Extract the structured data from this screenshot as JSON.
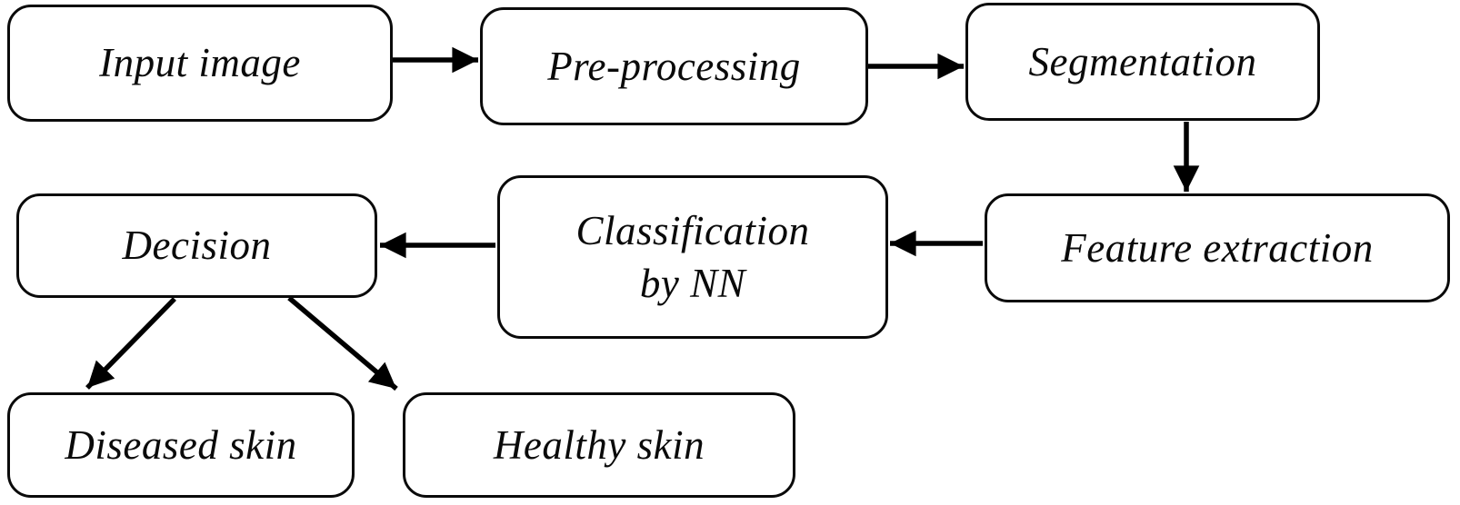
{
  "diagram": {
    "type": "flowchart",
    "background_color": "#ffffff",
    "box_fill_color": "#ffffff",
    "line_color": "#000000",
    "text_color": "#0a0a0a",
    "nodes": [
      {
        "id": "input-image",
        "label": "Input image"
      },
      {
        "id": "pre-processing",
        "label": "Pre-processing"
      },
      {
        "id": "segmentation",
        "label": "Segmentation"
      },
      {
        "id": "feature-extraction",
        "label": "Feature extraction"
      },
      {
        "id": "classification-by-nn",
        "label": "Classification by NN",
        "line1": "Classification",
        "line2": "by NN"
      },
      {
        "id": "decision",
        "label": "Decision"
      },
      {
        "id": "diseased-skin",
        "label": "Diseased skin"
      },
      {
        "id": "healthy-skin",
        "label": "Healthy skin"
      }
    ],
    "edges": [
      {
        "from": "input-image",
        "to": "pre-processing",
        "direction": "right"
      },
      {
        "from": "pre-processing",
        "to": "segmentation",
        "direction": "right"
      },
      {
        "from": "segmentation",
        "to": "feature-extraction",
        "direction": "down"
      },
      {
        "from": "feature-extraction",
        "to": "classification-by-nn",
        "direction": "left"
      },
      {
        "from": "classification-by-nn",
        "to": "decision",
        "direction": "left"
      },
      {
        "from": "decision",
        "to": "diseased-skin",
        "direction": "down-left"
      },
      {
        "from": "decision",
        "to": "healthy-skin",
        "direction": "down-right"
      }
    ]
  }
}
